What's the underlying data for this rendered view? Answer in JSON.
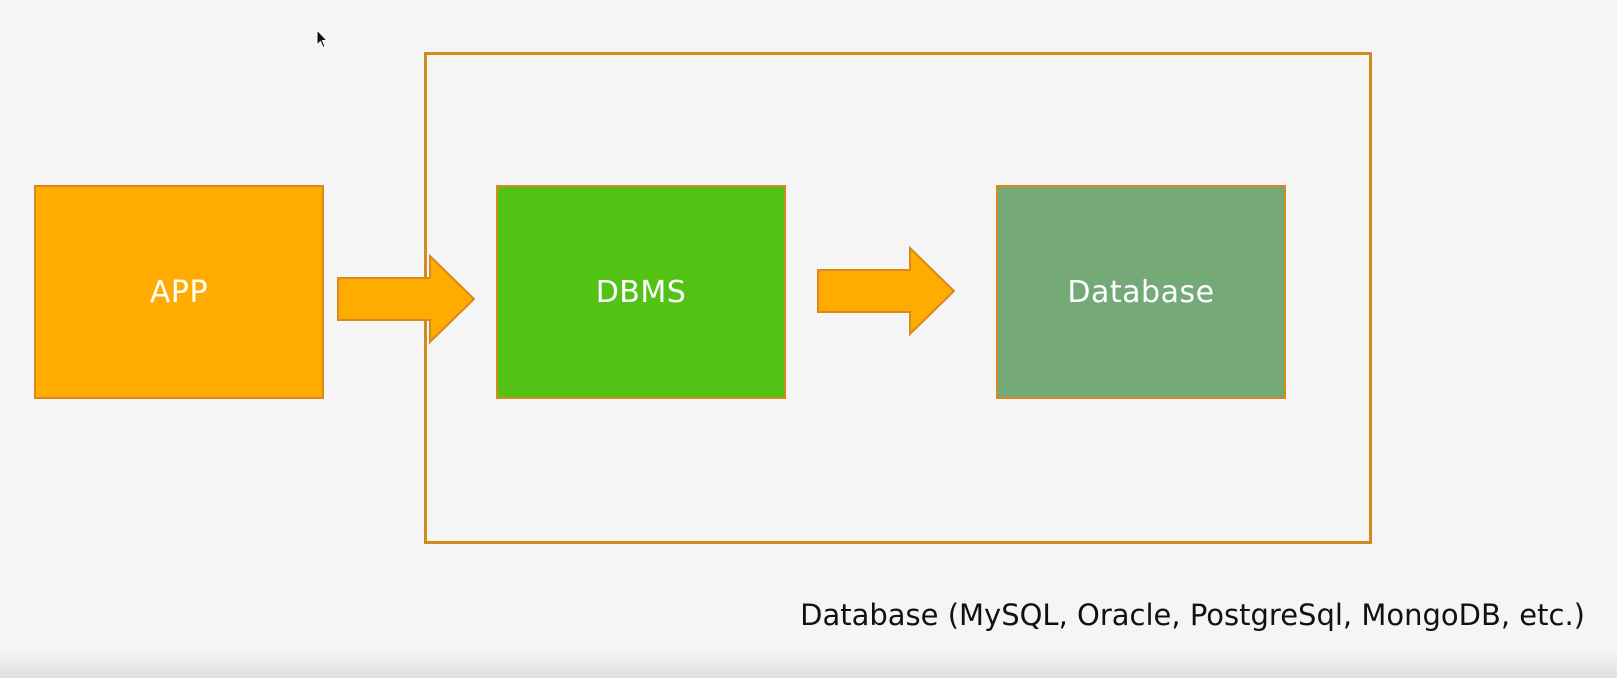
{
  "diagram": {
    "boxes": {
      "app": "APP",
      "dbms": "DBMS",
      "database": "Database"
    },
    "caption": "Database (MySQL, Oracle, PostgreSql, MongoDB, etc.)"
  },
  "colors": {
    "app_fill": "#ffab00",
    "dbms_fill": "#52c214",
    "database_fill": "#76a978",
    "arrow_fill": "#ffab00",
    "frame_stroke": "#d18c1f"
  },
  "icons": {
    "cursor": "mouse-pointer-icon",
    "arrows": "block-arrow-right-icon"
  }
}
